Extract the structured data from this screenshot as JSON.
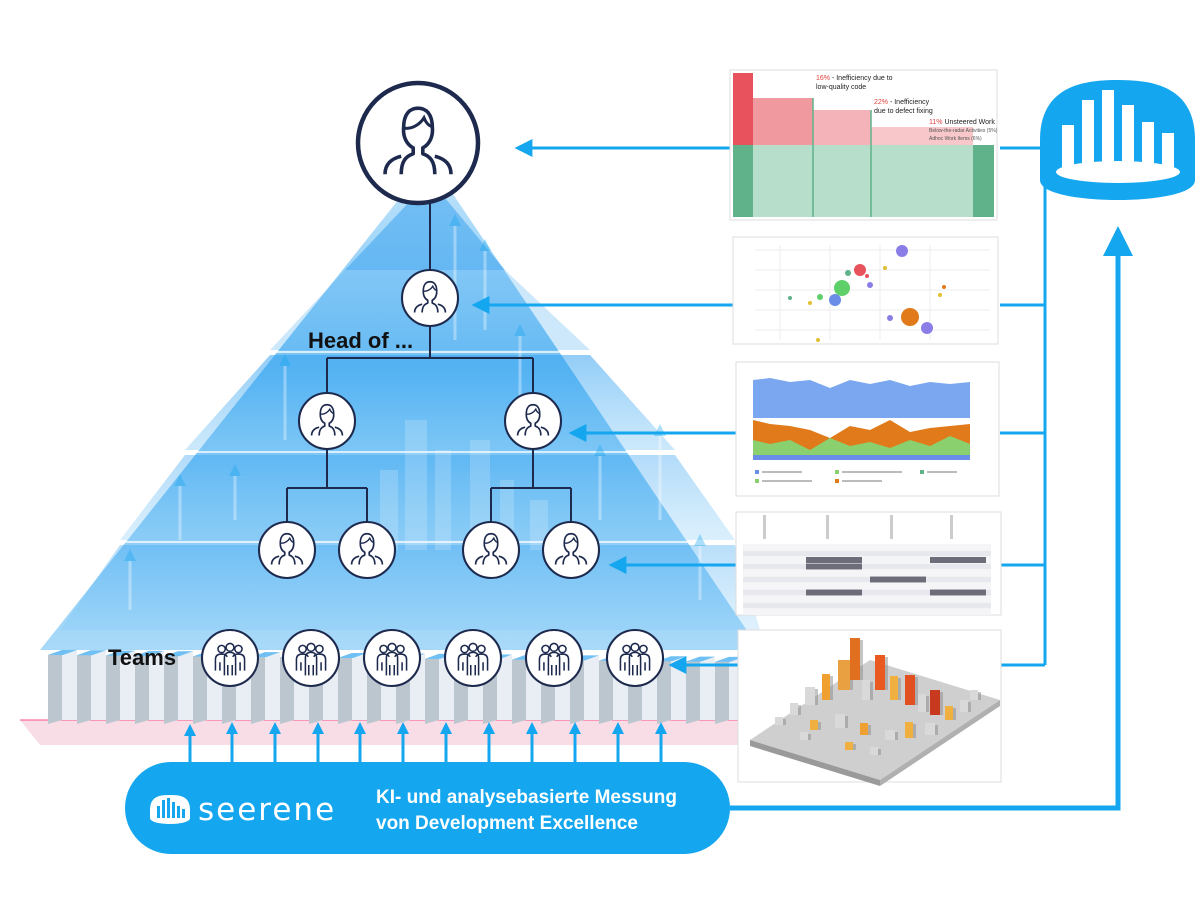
{
  "labels": {
    "head_of": "Head of ...",
    "teams": "Teams"
  },
  "banner": {
    "brand": "seerene",
    "line1": "KI- und analysebasierte Messung",
    "line2": "von Development Excellence"
  },
  "thumbnails": {
    "inefficiency": {
      "items": [
        {
          "pct": "16%",
          "text1": " - Inefficiency due to",
          "text2": "low-quality code"
        },
        {
          "pct": "22%",
          "text1": " - Inefficiency",
          "text2": "due to defect fixing"
        },
        {
          "pct": "11%",
          "text1": " Unsteered Work",
          "text2": "Below-the-radar Activities (5%)",
          "text3": "Adhoc Work Items (6%)"
        }
      ]
    }
  },
  "colors": {
    "brand_blue": "#14a6ee",
    "navy": "#1d2a4e",
    "pyramid": "#35a8f0",
    "red": "#e8525c",
    "green": "#5fb28a",
    "orange": "#f0a030"
  },
  "icons": {
    "person": "person-icon",
    "team": "team-icon",
    "brand_logo": "seerene-logo-icon"
  }
}
